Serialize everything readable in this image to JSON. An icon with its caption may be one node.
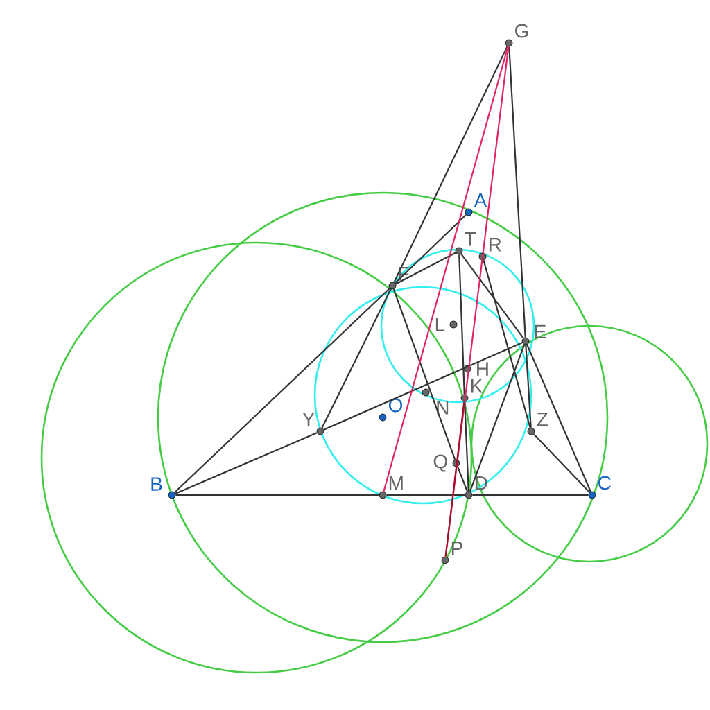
{
  "diagram": {
    "nodes": [
      {
        "text": [
          "G"
        ]
      },
      {
        "text": [
          "A"
        ]
      },
      {
        "text": [
          "T"
        ]
      },
      {
        "text": [
          "R"
        ]
      },
      {
        "text": [
          "F"
        ]
      },
      {
        "text": [
          "L"
        ]
      },
      {
        "text": [
          "E"
        ]
      },
      {
        "text": [
          "H"
        ]
      },
      {
        "text": [
          "N"
        ]
      },
      {
        "text": [
          "K"
        ]
      },
      {
        "text": [
          "O"
        ]
      },
      {
        "text": [
          "Y"
        ]
      },
      {
        "text": [
          "Z"
        ]
      },
      {
        "text": [
          "B"
        ]
      },
      {
        "text": [
          "Q"
        ]
      },
      {
        "text": [
          "M"
        ]
      },
      {
        "text": [
          "D"
        ]
      },
      {
        "text": [
          "C"
        ]
      },
      {
        "text": [
          "P"
        ]
      }
    ],
    "edges": [
      {
        "from": 0,
        "to": 4,
        "arrow": "none"
      },
      {
        "from": 0,
        "to": 6,
        "arrow": "none"
      },
      {
        "from": 6,
        "to": 12,
        "arrow": "none"
      },
      {
        "from": 4,
        "to": 1,
        "arrow": "none"
      },
      {
        "from": 4,
        "to": 2,
        "arrow": "none"
      },
      {
        "from": 13,
        "to": 4,
        "arrow": "none"
      },
      {
        "from": 13,
        "to": 11,
        "arrow": "none"
      },
      {
        "from": 11,
        "to": 6,
        "arrow": "none"
      },
      {
        "from": 11,
        "to": 4,
        "arrow": "none"
      },
      {
        "from": 13,
        "to": 15,
        "arrow": "none"
      },
      {
        "from": 15,
        "to": 16,
        "arrow": "none"
      },
      {
        "from": 16,
        "to": 17,
        "arrow": "none"
      },
      {
        "from": 4,
        "to": 14,
        "arrow": "none"
      },
      {
        "from": 14,
        "to": 16,
        "arrow": "none"
      },
      {
        "from": 2,
        "to": 9,
        "arrow": "none"
      },
      {
        "from": 9,
        "to": 16,
        "arrow": "none"
      },
      {
        "from": 2,
        "to": 6,
        "arrow": "none"
      },
      {
        "from": 3,
        "to": 12,
        "arrow": "none"
      },
      {
        "from": 12,
        "to": 17,
        "arrow": "none"
      },
      {
        "from": 6,
        "to": 16,
        "arrow": "none"
      },
      {
        "from": 6,
        "to": 17,
        "arrow": "none"
      },
      {
        "from": 0,
        "to": 15,
        "arrow": "none",
        "color": "#e0245e"
      },
      {
        "from": 0,
        "to": 18,
        "arrow": "none",
        "color": "#e0245e"
      },
      {
        "from": 18,
        "to": 9,
        "arrow": "none",
        "color": "#a0102a"
      }
    ]
  }
}
